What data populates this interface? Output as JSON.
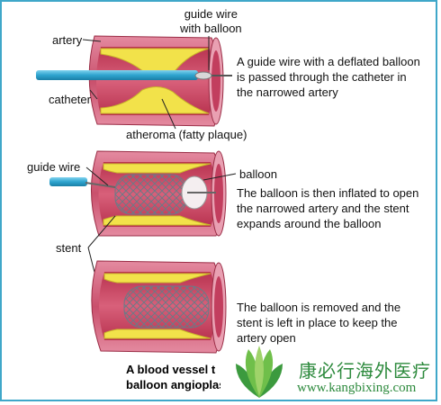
{
  "labels": {
    "guide_wire_with_balloon": [
      "guide wire",
      "with balloon"
    ],
    "artery": "artery",
    "catheter": "catheter",
    "atheroma": "atheroma (fatty plaque)",
    "guide_wire": "guide wire",
    "balloon": "balloon",
    "stent": "stent"
  },
  "descriptions": {
    "step1": "A guide wire with a deflated balloon is passed through the catheter in the narrowed artery",
    "step2": "The balloon is then inflated to open the narrowed artery and the stent expands around the balloon",
    "step3": "The balloon is removed and the stent is left in place to keep the artery open"
  },
  "caption": [
    "A blood vessel t",
    "balloon angioplas"
  ],
  "watermark": {
    "chinese": "康必行海外医疗",
    "url": "www.kangbixing.com",
    "colors": {
      "text": "#2d8a3d",
      "leaf_light": "#9fd36a",
      "leaf_dark": "#3c9a3e"
    }
  },
  "colors": {
    "artery_wall": "#d9708a",
    "artery_inner": "#c23e5e",
    "plaque": "#f2e24a",
    "catheter": "#3fb0d8",
    "frame": "#3fa7c9"
  }
}
